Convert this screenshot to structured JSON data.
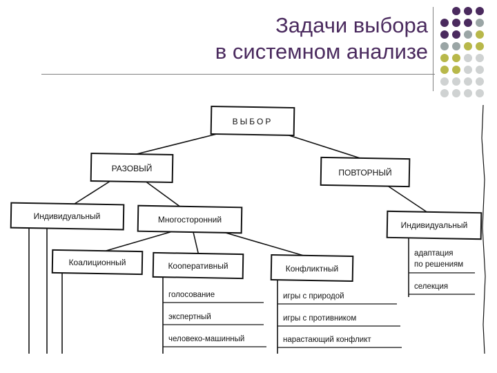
{
  "title": {
    "line1": "Задачи выбора",
    "line2": "в системном анализе"
  },
  "dot_colors": {
    "purple": "#4a2a5e",
    "olive": "#b8b84a",
    "gray": "#9aa5a5",
    "light": "#cfd2d2"
  },
  "nodes": {
    "root": "ВЫБОР",
    "once": "РАЗОВЫЙ",
    "repeat": "ПОВТОРНЫЙ",
    "indiv1": "Индивидуальный",
    "multi": "Многосторонний",
    "indiv2": "Индивидуальный",
    "coalition": "Коалиционный",
    "coop": "Кооперативный",
    "conflict": "Конфликтный"
  },
  "coop_items": [
    "голосование",
    "экспертный",
    "человеко-машинный"
  ],
  "conflict_items": [
    "игры с природой",
    "игры с противником",
    "нарастающий конфликт"
  ],
  "indiv2_items": {
    "adapt_1": "адаптация",
    "adapt_2": "по решениям",
    "selection": "селекция"
  }
}
